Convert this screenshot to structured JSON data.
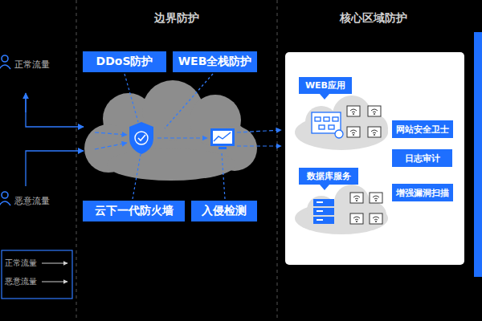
{
  "diagram": {
    "nodes": [
      {
        "text": [
          "DDoS防护"
        ]
      },
      {
        "text": [
          "WEB全栈防护"
        ]
      },
      {
        "text": [
          "云下一代防火墙"
        ]
      },
      {
        "text": [
          "入侵检测"
        ]
      },
      {
        "text": [
          "WEB应用"
        ]
      },
      {
        "text": [
          "数据库服务"
        ]
      },
      {
        "text": [
          "网站安全卫士"
        ]
      },
      {
        "text": [
          "日志审计"
        ]
      },
      {
        "text": [
          "增强漏洞扫描"
        ]
      }
    ],
    "labels": [
      "边界防护",
      "核心区域防护",
      "正常流量",
      "恶意流量"
    ],
    "legend": [
      {
        "text": "正常流量"
      },
      {
        "text": "恶意流量"
      }
    ]
  }
}
